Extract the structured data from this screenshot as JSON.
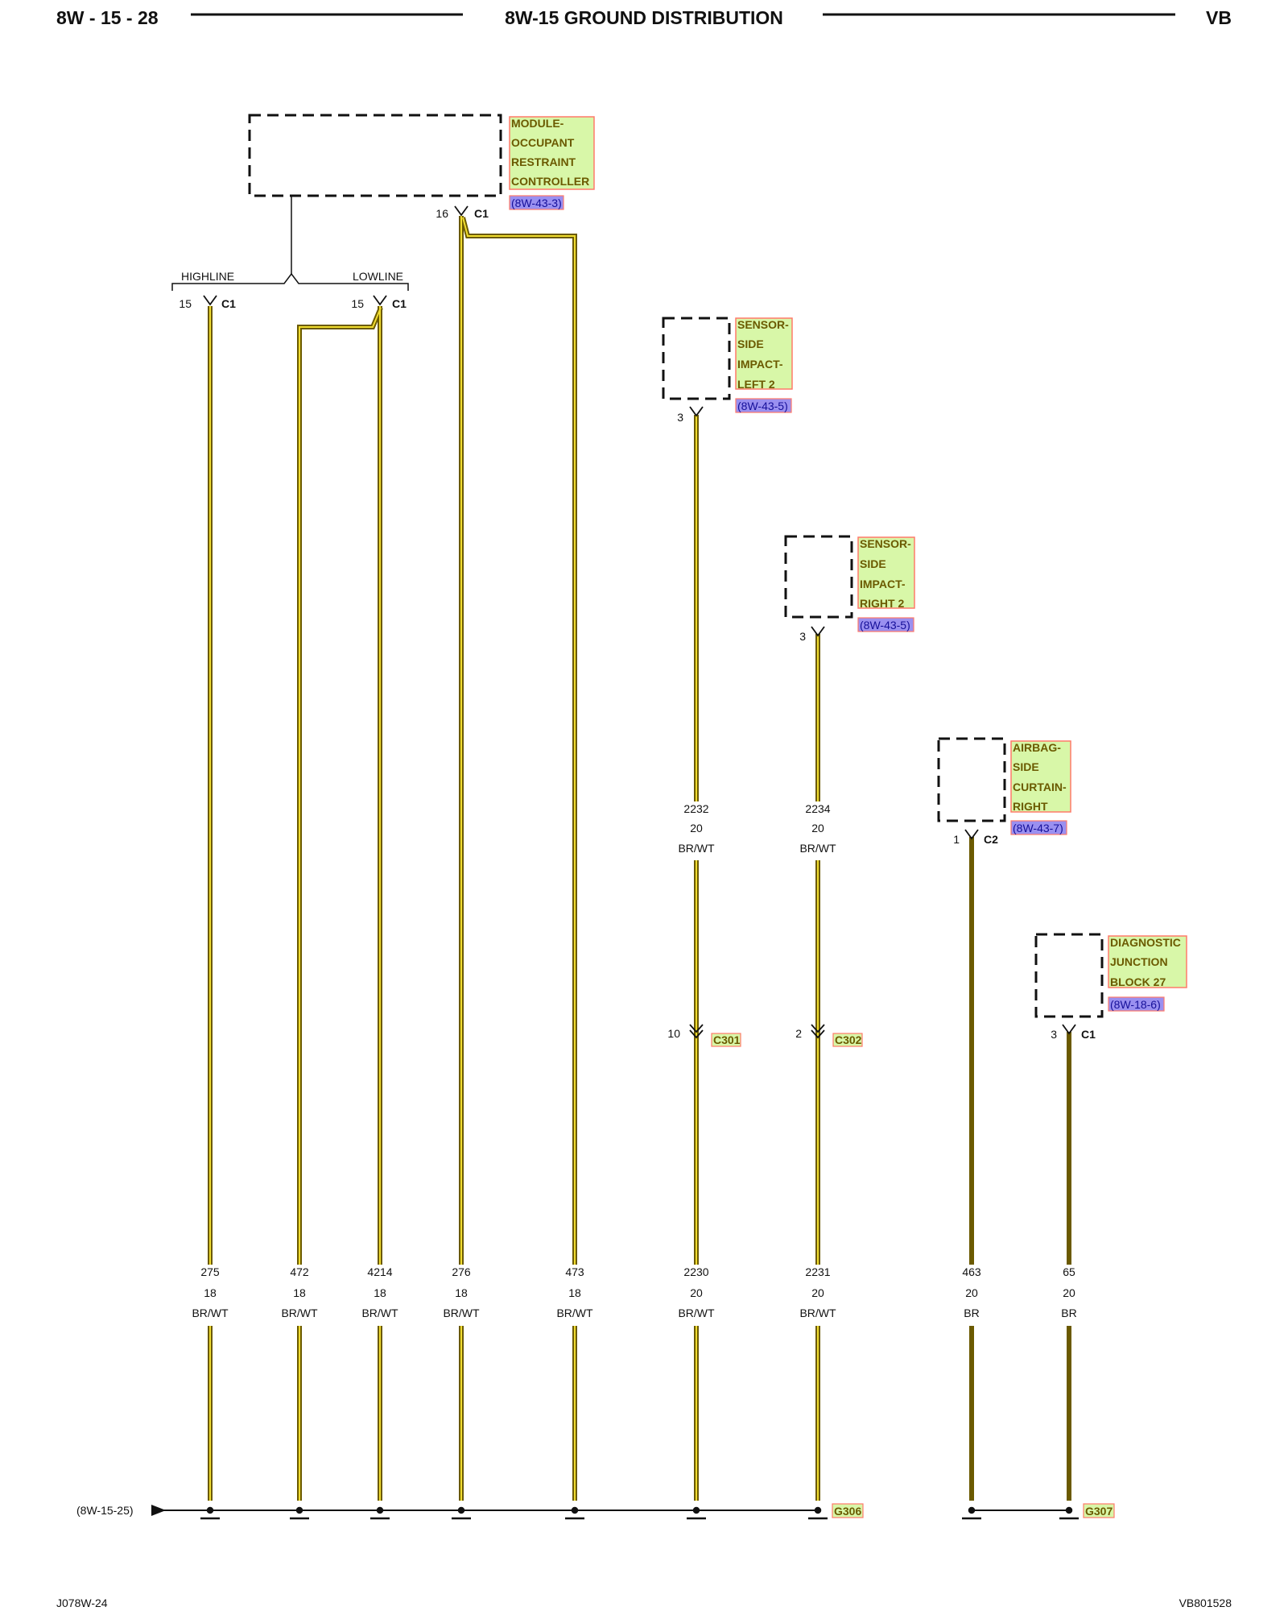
{
  "header": {
    "page_number": "8W - 15 - 28",
    "title": "8W-15 GROUND DISTRIBUTION",
    "model_code": "VB"
  },
  "footer": {
    "left_code": "J078W-24",
    "right_code": "VB801528"
  },
  "colors": {
    "wire_outer": "#6b5a00",
    "wire_inner": "#f0dc30",
    "component_fill": "#d8f7a8",
    "component_border": "#ff7a6a",
    "ref_fill": "#9a90f0",
    "ref_border": "#ff7a6a"
  },
  "components": [
    {
      "id": "orc",
      "lines": [
        "MODULE-",
        "OCCUPANT",
        "RESTRAINT",
        "CONTROLLER"
      ],
      "ref": "(8W-43-3)"
    },
    {
      "id": "ssil",
      "lines": [
        "SENSOR-",
        "SIDE",
        "IMPACT-",
        "LEFT 2"
      ],
      "ref": "(8W-43-5)"
    },
    {
      "id": "ssir",
      "lines": [
        "SENSOR-",
        "SIDE",
        "IMPACT-",
        "RIGHT 2"
      ],
      "ref": "(8W-43-5)"
    },
    {
      "id": "asc",
      "lines": [
        "AIRBAG-",
        "SIDE",
        "CURTAIN-",
        "RIGHT"
      ],
      "ref": "(8W-43-7)"
    },
    {
      "id": "djb",
      "lines": [
        "DIAGNOSTIC",
        "JUNCTION",
        "BLOCK 27"
      ],
      "ref": "(8W-18-6)"
    }
  ],
  "option_labels": {
    "highline": "HIGHLINE",
    "lowline": "LOWLINE"
  },
  "pins": [
    {
      "id": "p_hi",
      "pin": "15",
      "connector": "C1"
    },
    {
      "id": "p_lo",
      "pin": "15",
      "connector": "C1"
    },
    {
      "id": "p_16",
      "pin": "16",
      "connector": "C1"
    },
    {
      "id": "p_sl",
      "pin": "3",
      "connector": ""
    },
    {
      "id": "p_sr",
      "pin": "3",
      "connector": ""
    },
    {
      "id": "p_ac",
      "pin": "1",
      "connector": "C2"
    },
    {
      "id": "p_dj",
      "pin": "3",
      "connector": "C1"
    }
  ],
  "inline_connectors": [
    {
      "id": "c301",
      "pin": "10",
      "name": "C301"
    },
    {
      "id": "c302",
      "pin": "2",
      "name": "C302"
    }
  ],
  "upper_wire_labels": [
    {
      "circuit": "2232",
      "gauge": "20",
      "color": "BR/WT"
    },
    {
      "circuit": "2234",
      "gauge": "20",
      "color": "BR/WT"
    }
  ],
  "lower_wire_labels": [
    {
      "circuit": "275",
      "gauge": "18",
      "color": "BR/WT"
    },
    {
      "circuit": "472",
      "gauge": "18",
      "color": "BR/WT"
    },
    {
      "circuit": "4214",
      "gauge": "18",
      "color": "BR/WT"
    },
    {
      "circuit": "276",
      "gauge": "18",
      "color": "BR/WT"
    },
    {
      "circuit": "473",
      "gauge": "18",
      "color": "BR/WT"
    },
    {
      "circuit": "2230",
      "gauge": "20",
      "color": "BR/WT"
    },
    {
      "circuit": "2231",
      "gauge": "20",
      "color": "BR/WT"
    },
    {
      "circuit": "463",
      "gauge": "20",
      "color": "BR"
    },
    {
      "circuit": "65",
      "gauge": "20",
      "color": "BR"
    }
  ],
  "grounds": {
    "continuation_ref": "(8W-15-25)",
    "g306": "G306",
    "g307": "G307"
  }
}
